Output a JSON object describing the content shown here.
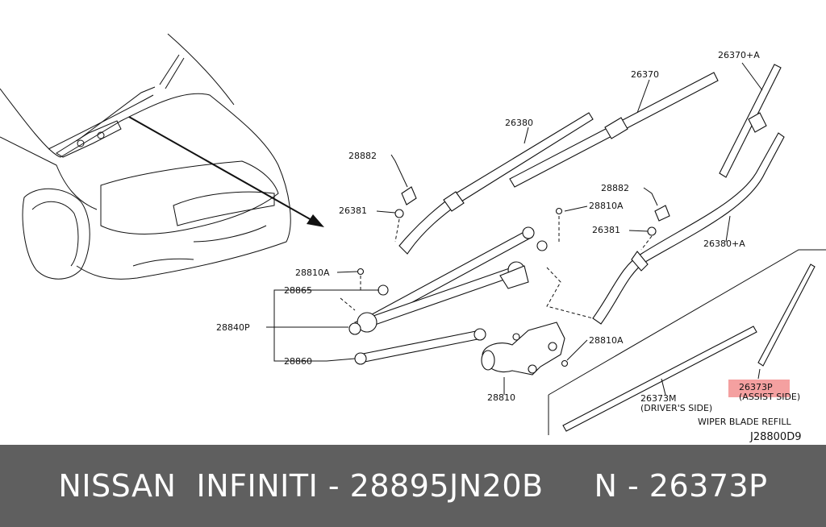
{
  "diagram": {
    "labels": {
      "p26370a": "26370+A",
      "p26370": "26370",
      "p26380": "26380",
      "p28882a": "28882",
      "p26381a": "26381",
      "p28882b": "28882",
      "p28810a1": "28810A",
      "p26381b": "26381",
      "p26380a": "26380+A",
      "p28810a2": "28810A",
      "p28865": "28865",
      "p28840p": "28840P",
      "p28860": "28860",
      "p28810a3": "28810A",
      "p28810": "28810",
      "p26373m": "26373M",
      "drivers_side": "(DRIVER'S SIDE)",
      "p26373p": "26373P",
      "assist_side": "(ASSIST SIDE)",
      "wiper_refill": "WIPER BLADE REFILL",
      "code": "J28800D9"
    },
    "highlight_color": "#f4a0a0"
  },
  "footer": {
    "text": "NISSAN  INFINITI - 28895JN20B     N - 26373P"
  }
}
